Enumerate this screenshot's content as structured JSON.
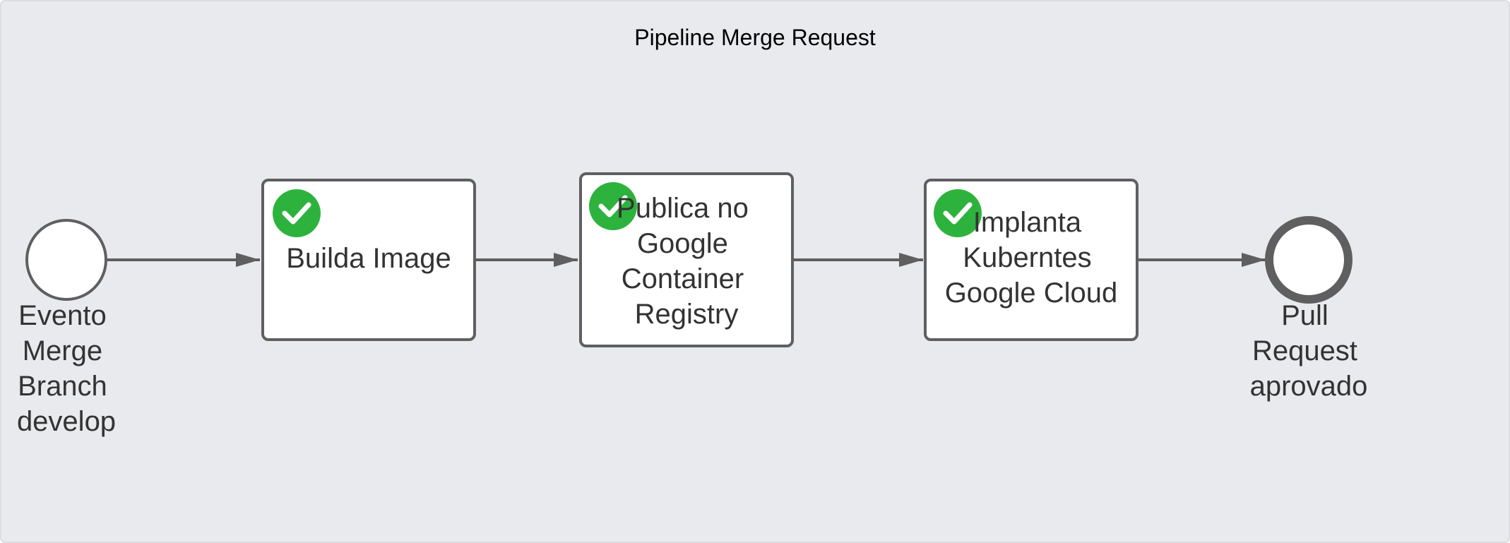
{
  "diagram": {
    "title": "Pipeline Merge Request",
    "colors": {
      "pool_background": "#e9eaee",
      "pool_border": "#dcdde2",
      "stroke": "#5f5f5f",
      "task_fill": "#ffffff",
      "check_badge": "#2db33d",
      "check_mark": "#ffffff",
      "text": "#333333"
    },
    "start_event": {
      "label_lines": [
        "Evento",
        "Merge",
        "Branch",
        "develop"
      ]
    },
    "tasks": [
      {
        "label_lines": [
          "Builda Image"
        ],
        "status": "done",
        "icon": "check-circle-icon"
      },
      {
        "label_lines": [
          "Publica no",
          "Google",
          "Container",
          "Registry"
        ],
        "status": "done",
        "icon": "check-circle-icon"
      },
      {
        "label_lines": [
          "Implanta",
          "Kuberntes",
          "Google Cloud"
        ],
        "status": "done",
        "icon": "check-circle-icon"
      }
    ],
    "end_event": {
      "label_lines": [
        "Pull",
        "Request",
        "aprovado"
      ]
    }
  }
}
